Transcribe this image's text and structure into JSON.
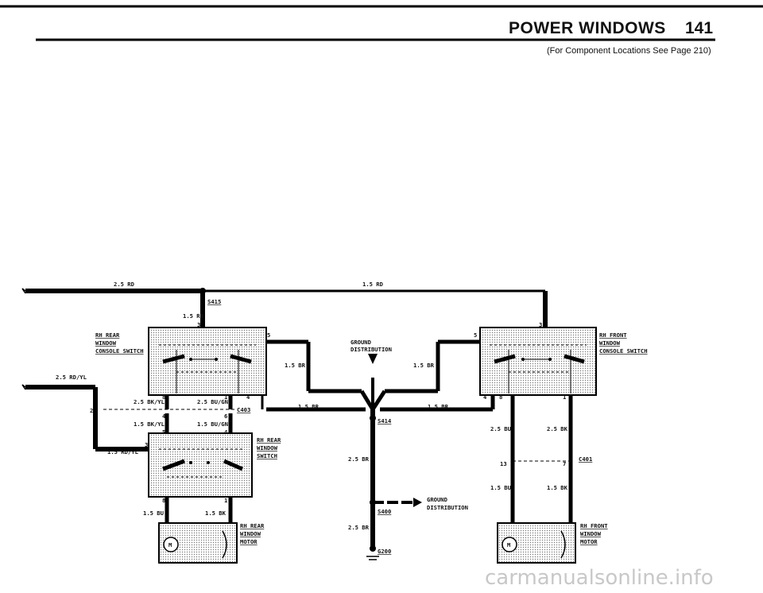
{
  "header": {
    "title": "POWER WINDOWS",
    "page_number": "141",
    "subtitle": "(For Component Locations See Page 210)"
  },
  "wire_labels": {
    "top_left_red": "2.5 RD",
    "top_mid_red": "1.5 RD",
    "s415_red": "1.5 RD",
    "left_red_yellow": "2.5 RD/YL",
    "rd_yl_lower": "1.5 RD/YL",
    "bk_yl_upper": "2.5 BK/YL",
    "bu_gn_upper": "2.5 BU/GN",
    "bk_yl_lower": "1.5 BK/YL",
    "bu_gn_lower": "1.5 BU/GN",
    "rear_motor_bu": "1.5 BU",
    "rear_motor_bk": "1.5 BK",
    "brown_left_a": "1.5 BR",
    "brown_left_b": "1.5 BR",
    "brown_right_a": "1.5 BR",
    "brown_right_b": "1.5 BR",
    "brown_ground_a": "2.5 BR",
    "brown_ground_b": "2.5 BR",
    "front_bu_upper": "2.5 BU",
    "front_bk_upper": "2.5 BK",
    "front_bu_lower": "1.5 BU",
    "front_bk_lower": "1.5 BK"
  },
  "splices": {
    "s415": "S415",
    "s414": "S414",
    "s400": "S400",
    "g200": "G200"
  },
  "connectors": {
    "c403": "C403",
    "c401": "C401"
  },
  "components": {
    "rh_rear_console_switch": [
      "RH REAR",
      "WINDOW",
      "CONSOLE SWITCH"
    ],
    "rh_rear_window_switch": [
      "RH REAR",
      "WINDOW",
      "SWITCH"
    ],
    "rh_rear_window_motor": [
      "RH REAR",
      "WINDOW",
      "MOTOR"
    ],
    "rh_front_console_switch": [
      "RH FRONT",
      "WINDOW",
      "CONSOLE SWITCH"
    ],
    "rh_front_window_motor": [
      "RH FRONT",
      "WINDOW",
      "MOTOR"
    ],
    "ground_distribution_upper": [
      "GROUND",
      "DISTRIBUTION"
    ],
    "ground_distribution_lower": [
      "GROUND",
      "DISTRIBUTION"
    ],
    "motor_symbol": "M"
  },
  "pins": {
    "rear_console_3": "3",
    "rear_console_5": "5",
    "rear_console_8": "8",
    "rear_console_1": "1",
    "rear_console_4": "4",
    "c403_2": "2",
    "c403_4": "4",
    "c403_6": "6",
    "c403_5": "5",
    "c403_4b": "4",
    "rear_switch_3": "3",
    "rear_switch_8": "8",
    "rear_switch_1": "1",
    "front_console_3": "3",
    "front_console_5": "5",
    "front_console_4": "4",
    "front_console_8": "8",
    "front_console_1": "1",
    "c401_13": "13",
    "c401_7": "7"
  },
  "watermark": "carmanualsonline.info"
}
